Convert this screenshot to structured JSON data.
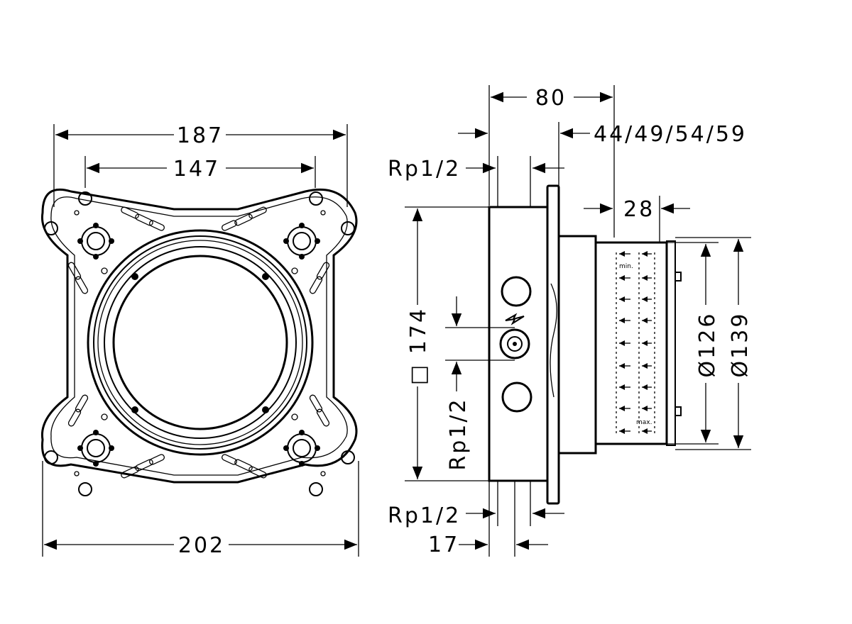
{
  "dimensions": {
    "front_top_outer": "187",
    "front_top_inner": "147",
    "front_bottom": "202",
    "side_depth": "80",
    "side_depth_options": "44/49/54/59",
    "side_28": "28",
    "side_height": "□ 174",
    "dia_126": "Ø126",
    "dia_139": "Ø139",
    "rp_top": "Rp1/2",
    "rp_vertical": "Rp1/2",
    "rp_bottom": "Rp1/2",
    "side_17": "17"
  },
  "labels": {
    "min": "min.",
    "max": "max."
  },
  "colors": {
    "line": "#000000",
    "background": "#ffffff"
  }
}
